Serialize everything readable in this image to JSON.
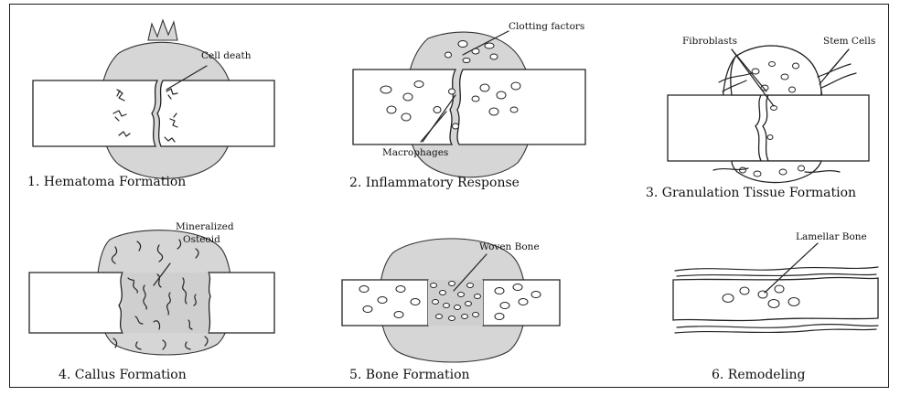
{
  "panels": [
    {
      "caption": "1. Hematoma Formation",
      "labels": [
        "Cell death"
      ]
    },
    {
      "caption": "2. Inflammatory Response",
      "labels": [
        "Clotting factors",
        "Macrophages"
      ]
    },
    {
      "caption": "3. Granulation Tissue Formation",
      "labels": [
        "Fibroblasts",
        "Stem Cells"
      ]
    },
    {
      "caption": "4. Callus Formation",
      "labels": [
        "Mineralized",
        "Osteoid"
      ]
    },
    {
      "caption": "5. Bone Formation",
      "labels": [
        "Woven Bone"
      ]
    },
    {
      "caption": "6. Remodeling",
      "labels": [
        "Lamellar Bone"
      ]
    }
  ]
}
